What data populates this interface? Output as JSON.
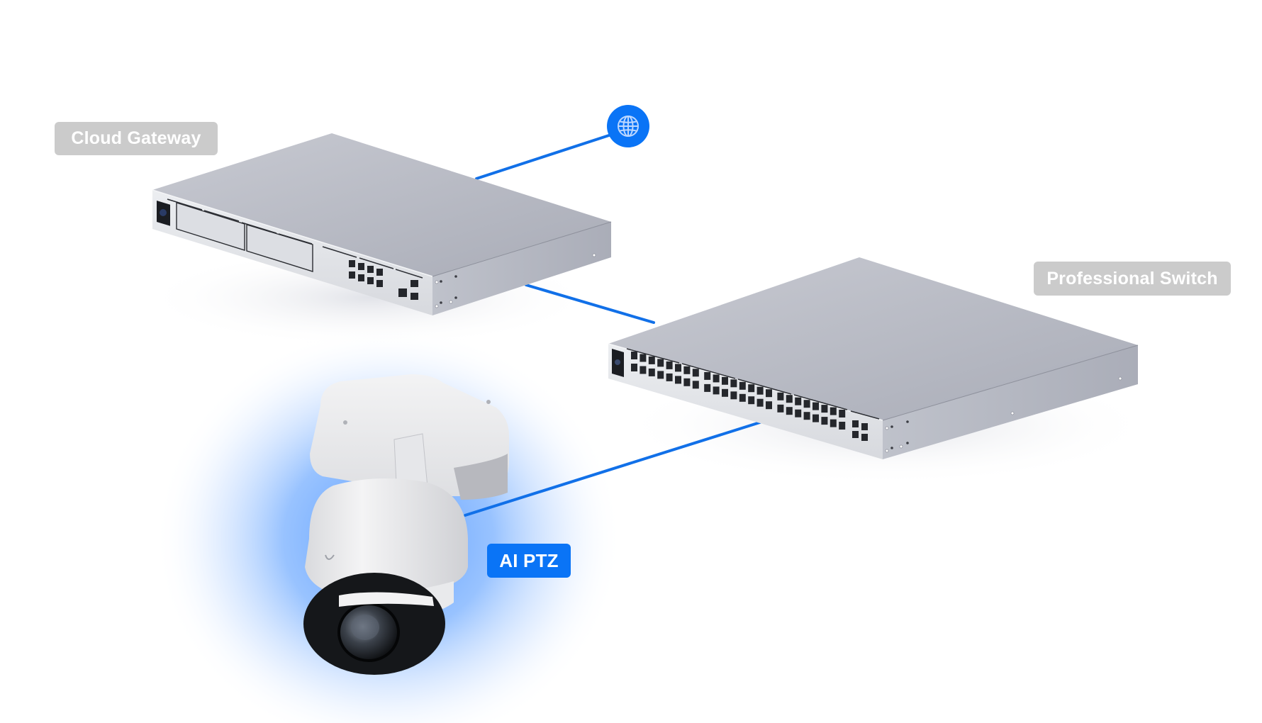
{
  "diagram": {
    "type": "network-topology",
    "nodes": [
      {
        "id": "internet",
        "label": "",
        "icon": "globe-icon"
      },
      {
        "id": "gateway",
        "label": "Cloud Gateway",
        "ports": {
          "rj45": 8,
          "wan_rj45": 1,
          "sfp": 2,
          "drive_bays": 2
        }
      },
      {
        "id": "switch",
        "label": "Professional Switch",
        "ports": {
          "rj45": 48,
          "sfp": 4
        }
      },
      {
        "id": "camera",
        "label": "AI PTZ",
        "highlighted": true
      }
    ],
    "edges": [
      {
        "from": "internet",
        "to": "gateway"
      },
      {
        "from": "gateway",
        "to": "switch"
      },
      {
        "from": "switch",
        "to": "camera"
      }
    ]
  },
  "labels": {
    "gateway": "Cloud Gateway",
    "switch": "Professional Switch",
    "camera": "AI PTZ"
  },
  "icons": {
    "internet": "globe-icon"
  },
  "colors": {
    "accent_blue": "#0a74f6",
    "link_line": "#1170e8",
    "label_gray": "#cbcbcb",
    "label_text": "#ffffff",
    "device_top": "#b9bcc6",
    "device_front": "#e3e4e8",
    "device_side": "#b1b4be",
    "camera_glow": "#7fb3ff",
    "background": "#ffffff"
  }
}
